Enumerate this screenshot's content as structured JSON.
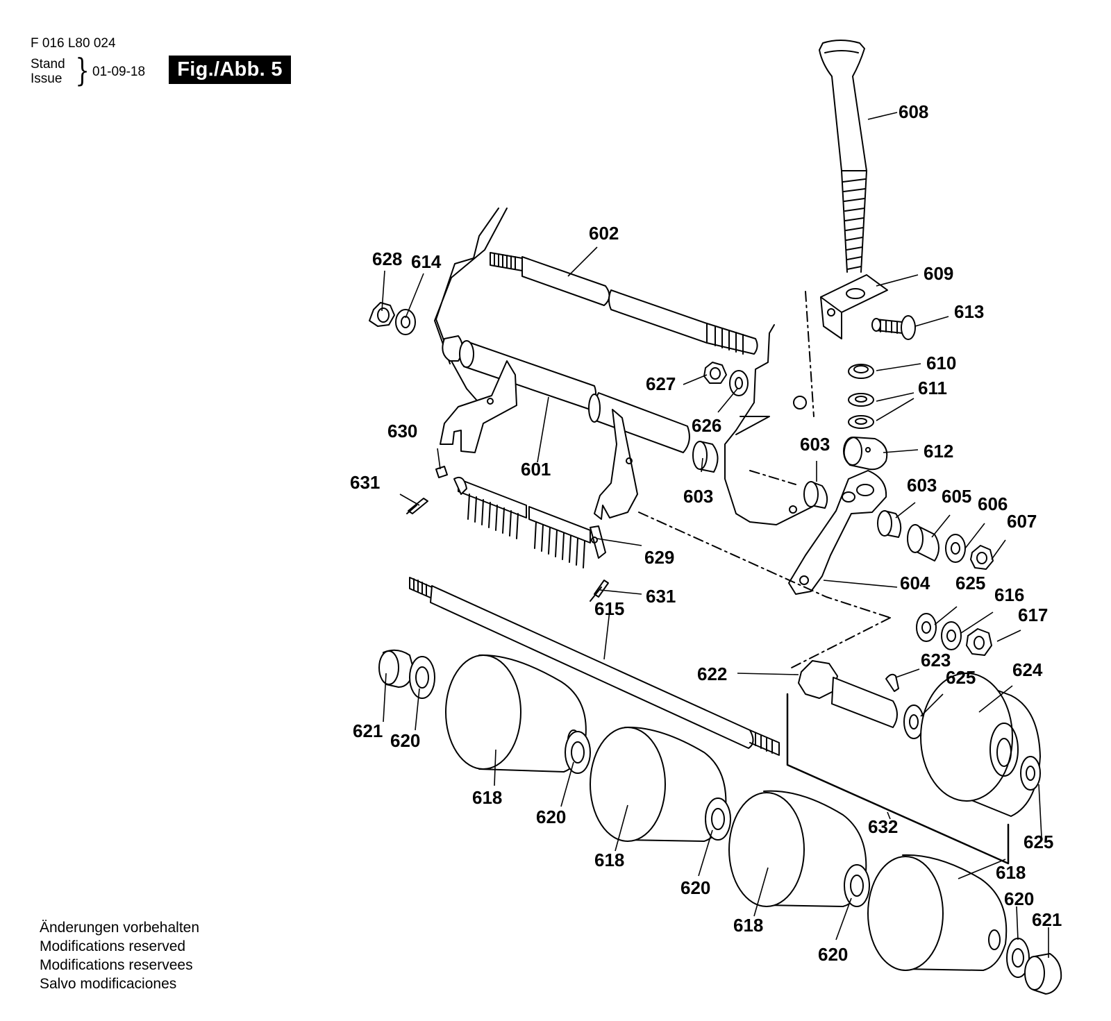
{
  "header": {
    "code": "F 016 L80 024",
    "stand_label": "Stand",
    "issue_label": "Issue",
    "issue_date": "01-09-18",
    "figure_badge": "Fig./Abb. 5"
  },
  "notes": [
    "Änderungen vorbehalten",
    "Modifications reserved",
    "Modifications reservees",
    "Salvo modificaciones"
  ],
  "parts": {
    "p601": "601",
    "p602": "602",
    "p603": "603",
    "p604": "604",
    "p605": "605",
    "p606": "606",
    "p607": "607",
    "p608": "608",
    "p609": "609",
    "p610": "610",
    "p611": "611",
    "p612": "612",
    "p613": "613",
    "p614": "614",
    "p615": "615",
    "p616": "616",
    "p617": "617",
    "p618": "618",
    "p620": "620",
    "p621": "621",
    "p622": "622",
    "p623": "623",
    "p624": "624",
    "p625": "625",
    "p626": "626",
    "p627": "627",
    "p628": "628",
    "p629": "629",
    "p630": "630",
    "p631": "631",
    "p632": "632"
  }
}
